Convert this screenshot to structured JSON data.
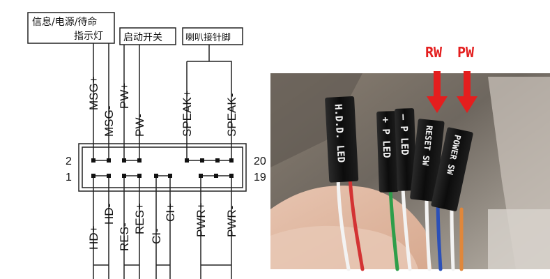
{
  "header_boxes": {
    "indicator_line1": "信息/电源/待命",
    "indicator_line2": "指示灯",
    "power_switch": "启动开关",
    "speaker": "喇叭接针脚"
  },
  "top_pins": {
    "msg_plus": "MSG+",
    "msg_minus": "MSG-",
    "pw_plus": "PW+",
    "pw_minus": "PW-",
    "speak_plus": "SPEAK+",
    "speak_minus": "SPEAK-"
  },
  "bottom_pins": {
    "hd_minus": "HD-",
    "hd_plus": "HD+",
    "res_minus": "RES-",
    "res_plus": "RES+",
    "ci_minus": "CI-",
    "ci_plus": "CI+",
    "pwr_plus": "PWR+",
    "pwr_minus": "PWR-"
  },
  "pin_numbers": {
    "top_left": "2",
    "bottom_left": "1",
    "top_right": "20",
    "bottom_right": "19"
  },
  "photo": {
    "arrow_labels": {
      "rw": "RW",
      "pw": "PW"
    },
    "connectors": {
      "hdd_led": "H.D.D. LED",
      "p_led_plus": "+ P LED",
      "p_led_minus": "— P LED",
      "reset_sw": "RESET SW",
      "power_sw": "POWER SW"
    },
    "colors": {
      "arrow": "#e41e1e",
      "connector": "#111111",
      "wire_red": "#d33333",
      "wire_green": "#2e9e4a",
      "wire_blue": "#2b50b8",
      "wire_orange": "#e0873b",
      "wire_white": "#f3f3f3"
    }
  }
}
